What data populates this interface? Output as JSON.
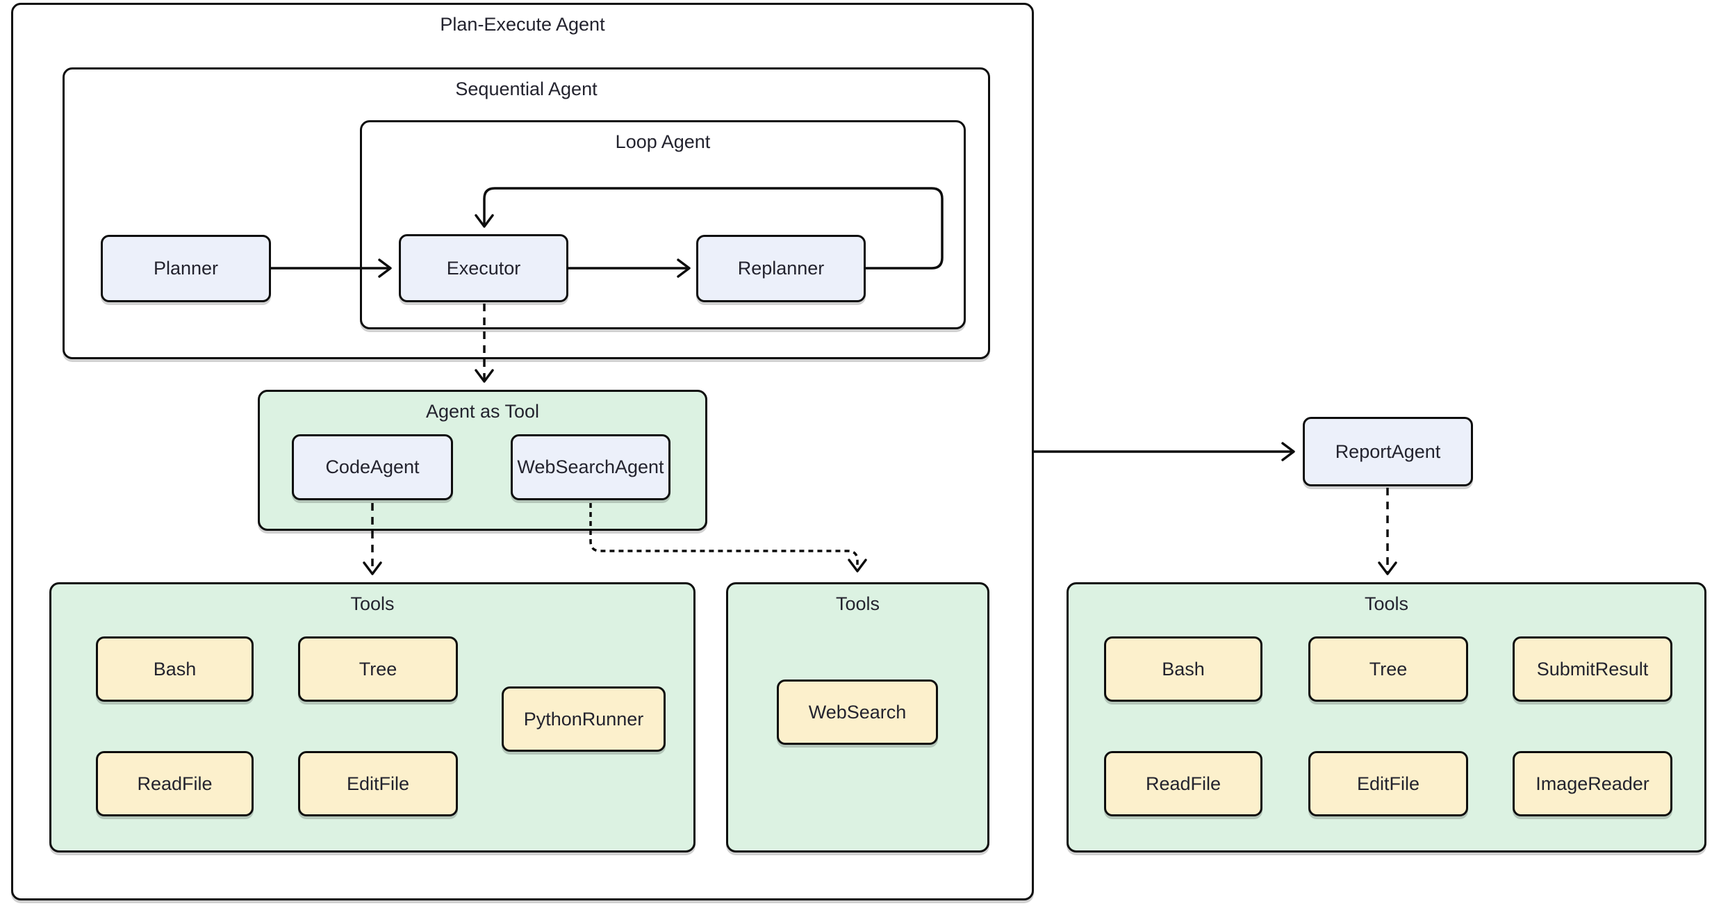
{
  "colors": {
    "canvas_bg": "#ffffff",
    "stroke": "#0d0d0d",
    "green_fill": "#dcf2e2",
    "blue_fill": "#ecf0fa",
    "yellow_fill": "#fcf0cc",
    "text": "#23232e"
  },
  "containers": {
    "plan_execute": {
      "title": "Plan-Execute Agent"
    },
    "sequential": {
      "title": "Sequential Agent"
    },
    "loop": {
      "title": "Loop Agent"
    },
    "agent_as_tool": {
      "title": "Agent as Tool"
    },
    "code_tools": {
      "title": "Tools"
    },
    "search_tools": {
      "title": "Tools"
    },
    "report_tools": {
      "title": "Tools"
    }
  },
  "nodes": {
    "planner": "Planner",
    "executor": "Executor",
    "replanner": "Replanner",
    "code_agent": "CodeAgent",
    "web_search_agent": "WebSearchAgent",
    "report_agent": "ReportAgent",
    "code_tools_items": [
      "Bash",
      "Tree",
      "PythonRunner",
      "ReadFile",
      "EditFile"
    ],
    "search_tools_items": [
      "WebSearch"
    ],
    "report_tools_items": [
      "Bash",
      "Tree",
      "SubmitResult",
      "ReadFile",
      "EditFile",
      "ImageReader"
    ]
  }
}
